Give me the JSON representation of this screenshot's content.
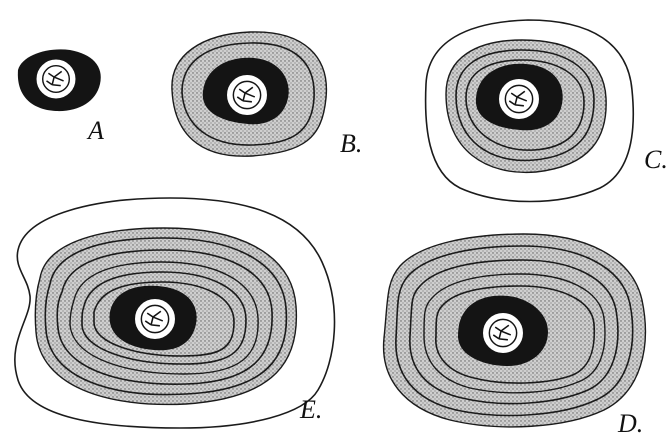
{
  "figure": {
    "panels": [
      {
        "id": "A",
        "label": "A"
      },
      {
        "id": "B",
        "label": "B."
      },
      {
        "id": "C",
        "label": "C."
      },
      {
        "id": "D",
        "label": "D."
      },
      {
        "id": "E",
        "label": "E."
      }
    ]
  },
  "colors": {
    "ink": "#141414",
    "paper": "#ffffff",
    "stipple": "#9a9a9a"
  }
}
